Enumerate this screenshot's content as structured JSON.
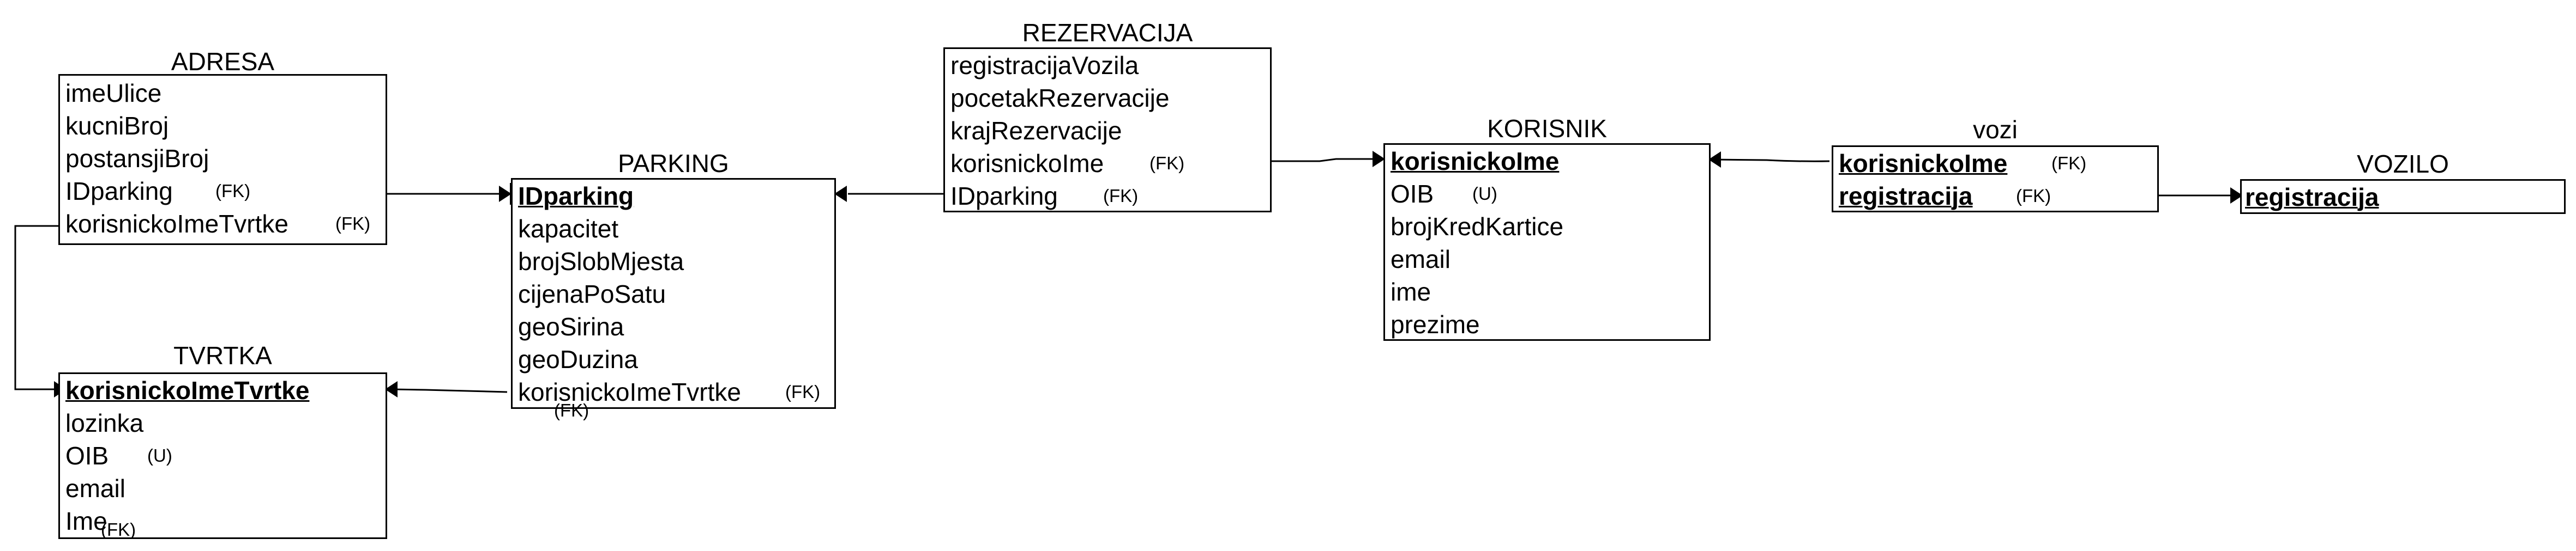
{
  "entities": {
    "adresa": {
      "name": "ADRESA",
      "attrs": [
        "imeUlice",
        "kucniBroj",
        "postansjiBroj",
        "IDparking",
        "korisnickoImeTvrtke"
      ],
      "notes": [
        "(FK)",
        "(FK)"
      ]
    },
    "parking": {
      "name": "PARKING",
      "attrs": [
        "IDparking",
        "kapacitet",
        "brojSlobMjesta",
        "cijenaPoSatu",
        "geoSirina",
        "geoDuzina",
        "korisnickoImeTvrtke"
      ],
      "notes": [
        "(FK)",
        "(FK)"
      ]
    },
    "tvrtka": {
      "name": "TVRTKA",
      "attrs": [
        "korisnickoImeTvrtke",
        "lozinka",
        "OIB",
        "email",
        "Ime"
      ],
      "notes": [
        "(U)",
        "(FK)"
      ]
    },
    "rezervacija": {
      "name": "REZERVACIJA",
      "attrs": [
        "registracijaVozila",
        "pocetakRezervacije",
        "krajRezervacije",
        "korisnickoIme",
        "IDparking"
      ],
      "notes": [
        "(FK)",
        "(FK)"
      ]
    },
    "korisnik": {
      "name": "KORISNIK",
      "attrs": [
        "korisnickoIme",
        "OIB",
        "brojKredKartice",
        "email",
        "ime",
        "prezime"
      ],
      "notes": [
        "(U)"
      ]
    },
    "vozi": {
      "name": "vozi",
      "attrs": [
        "korisnickoIme",
        "registracija"
      ],
      "notes": [
        "(FK)",
        "(FK)"
      ]
    },
    "vozilo": {
      "name": "VOZILO",
      "attrs": [
        "registracija"
      ]
    }
  }
}
